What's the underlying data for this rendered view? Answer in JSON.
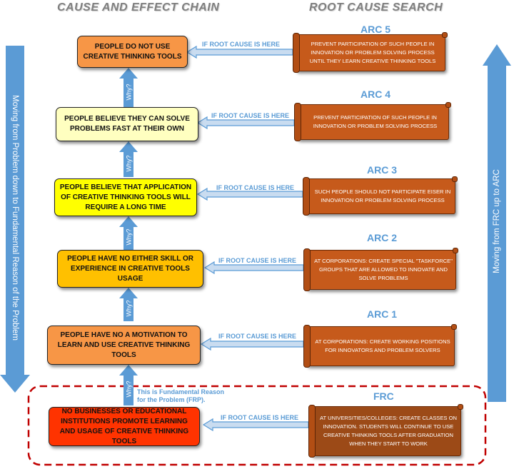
{
  "headers": {
    "left": "CAUSE AND EFFECT CHAIN",
    "right": "ROOT CAUSE SEARCH"
  },
  "side_labels": {
    "left": "Moving from Problem down to Fundamental Reason of the Problem",
    "right": "Moving from FRC up to ARC"
  },
  "colors": {
    "blue_arrow": "#5b9bd5",
    "scroll": "#c65a1b",
    "frc_border": "#c00000"
  },
  "chain": [
    {
      "text": "PEOPLE DO NOT USE CREATIVE THINKING TOOLS",
      "color": "#f79646"
    },
    {
      "text": "PEOPLE BELIEVE THEY CAN SOLVE PROBLEMS FAST AT THEIR OWN",
      "color": "#ffffc0"
    },
    {
      "text": "PEOPLE BELIEVE THAT APPLICATION OF CREATIVE THINKING TOOLS WILL REQUIRE A LONG TIME",
      "color": "#ffff00"
    },
    {
      "text": "PEOPLE HAVE NO EITHER SKILL OR EXPERIENCE IN CREATIVE TOOLS USAGE",
      "color": "#ffc000"
    },
    {
      "text": "PEOPLE HAVE NO A MOTIVATION TO LEARN AND USE CREATIVE THINKING TOOLS",
      "color": "#f79646"
    },
    {
      "text": "NO BUSINESSES OR EDUCATIONAL INSTITUTIONS PROMOTE LEARNING AND USAGE OF CREATIVE THINKING TOOLS",
      "color": "#ff3300"
    }
  ],
  "why_label": "Why?",
  "if_label": "IF ROOT CAUSE IS HERE",
  "frp_note": "This is Fundamental Reason for the Problem (FRP).",
  "remedies": [
    {
      "title": "ARC 5",
      "text": "PREVENT PARTICIPATION OF SUCH PEOPLE IN INNOVATION OR PROBLEM SOLVING PROCESS UNTIL THEY LEARN CREATIVE THINKING TOOLS"
    },
    {
      "title": "ARC 4",
      "text": "PREVENT PARTICIPATION OF SUCH PEOPLE IN INNOVATION OR PROBLEM SOLVING PROCESS"
    },
    {
      "title": "ARC 3",
      "text": "SUCH PEOPLE SHOULD NOT PARTICIPATE EISER IN INNOVATION OR PROBLEM SOLVING PROCESS"
    },
    {
      "title": "ARC 2",
      "text": "AT CORPORATIONS: CREATE SPECIAL \"TASKFORCE\" GROUPS THAT ARE ALLOWED TO INNOVATE AND SOLVE PROBLEMS"
    },
    {
      "title": "ARC 1",
      "text": "AT CORPORATIONS: CREATE WORKING POSITIONS FOR INNOVATORS AND PROBLEM SOLVERS"
    },
    {
      "title": "FRC",
      "text": "AT UNIVERSITIES/COLLEGES: CREATE CLASSES ON INNOVATION. STUDENTS WILL CONTINUE TO USE CREATIVE THINKING TOOLS AFTER GRADUATION WHEN THEY START TO WORK"
    }
  ]
}
